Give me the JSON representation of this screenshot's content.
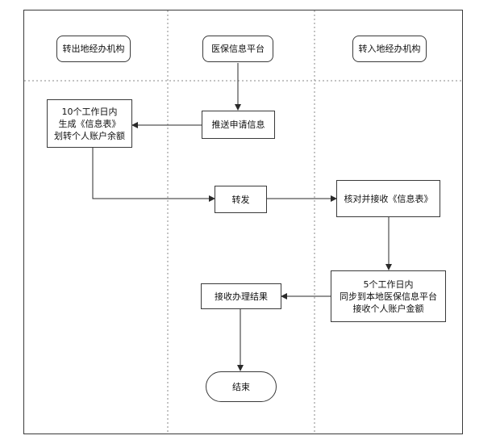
{
  "lanes": [
    {
      "id": "lane-out",
      "header": "转出地经办机构"
    },
    {
      "id": "lane-platform",
      "header": "医保信息平台"
    },
    {
      "id": "lane-in",
      "header": "转入地经办机构"
    }
  ],
  "nodes": {
    "push_request": "推送申请信息",
    "generate_form": {
      "line1": "10个工作日内",
      "line2": "生成《信息表》",
      "line3": "划转个人账户余额"
    },
    "forward": "转发",
    "verify_receive": "核对并接收《信息表》",
    "sync_receive": {
      "line1": "5个工作日内",
      "line2": "同步到本地医保信息平台",
      "line3": "接收个人账户金额"
    },
    "receive_result": "接收办理结果",
    "end": "结束"
  },
  "colors": {
    "stroke": "#3a3a3a",
    "lane_divider": "#8a8a8a",
    "text": "#111111"
  }
}
